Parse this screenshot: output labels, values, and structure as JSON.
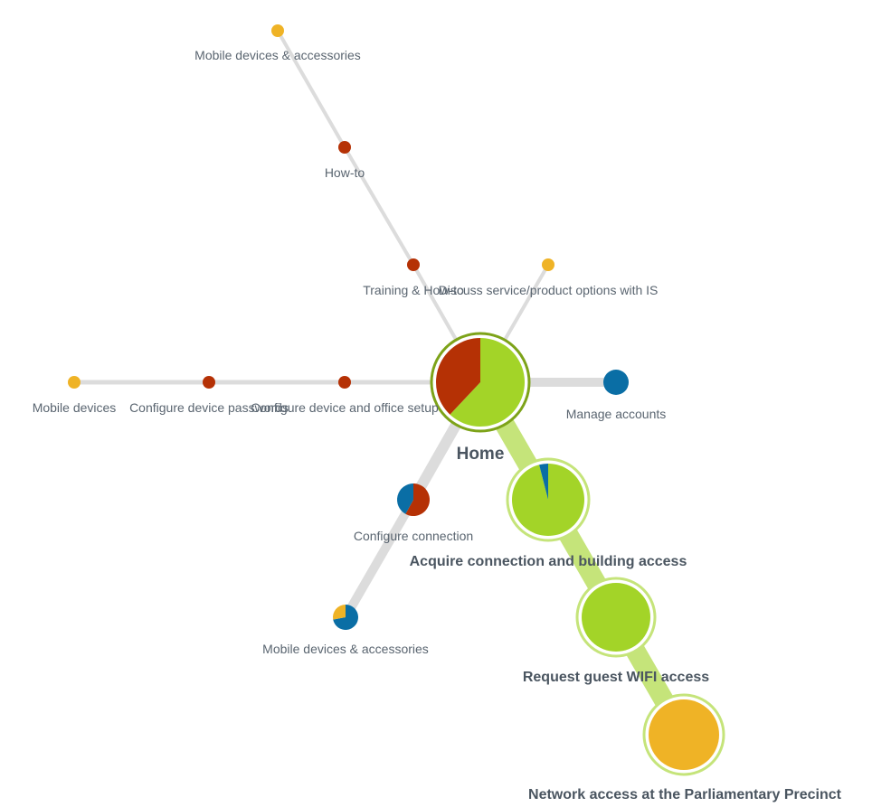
{
  "colors": {
    "green": "#a3d428",
    "green_light": "#c5e47a",
    "green_dark": "#7da319",
    "red": "#b53105",
    "blue": "#0a6ea5",
    "yellow": "#efb326",
    "gray": "#dcdcdc"
  },
  "nodes": {
    "home": {
      "label": "Home",
      "slices": [
        {
          "color": "green",
          "fraction": 0.62
        },
        {
          "color": "red",
          "fraction": 0.38
        }
      ]
    },
    "training_howto": {
      "label": "Training & How-to",
      "color": "red"
    },
    "howto": {
      "label": "How-to",
      "color": "red"
    },
    "mobile_acc_top": {
      "label": "Mobile devices & accessories",
      "color": "yellow"
    },
    "discuss": {
      "label": "Discuss service/product options with IS",
      "color": "yellow"
    },
    "manage_accounts": {
      "label": "Manage accounts",
      "color": "blue"
    },
    "configure_setup": {
      "label": "Configure device and office setup",
      "color": "red"
    },
    "configure_passwords": {
      "label": "Configure device passwords",
      "color": "red"
    },
    "mobile_devices": {
      "label": "Mobile devices",
      "color": "yellow"
    },
    "configure_connection": {
      "label": "Configure connection",
      "slices": [
        {
          "color": "red",
          "fraction": 0.58
        },
        {
          "color": "blue",
          "fraction": 0.42
        }
      ]
    },
    "mobile_acc_bottom": {
      "label": "Mobile devices & accessories",
      "slices": [
        {
          "color": "blue",
          "fraction": 0.72
        },
        {
          "color": "yellow",
          "fraction": 0.28
        }
      ]
    },
    "acquire": {
      "label": "Acquire connection and building access",
      "slices": [
        {
          "color": "green",
          "fraction": 0.96
        },
        {
          "color": "blue",
          "fraction": 0.04
        }
      ]
    },
    "guest_wifi": {
      "label": "Request guest WIFI access",
      "color": "green"
    },
    "network_access": {
      "label": "Network access at the Parliamentary Precinct",
      "color": "yellow"
    }
  }
}
